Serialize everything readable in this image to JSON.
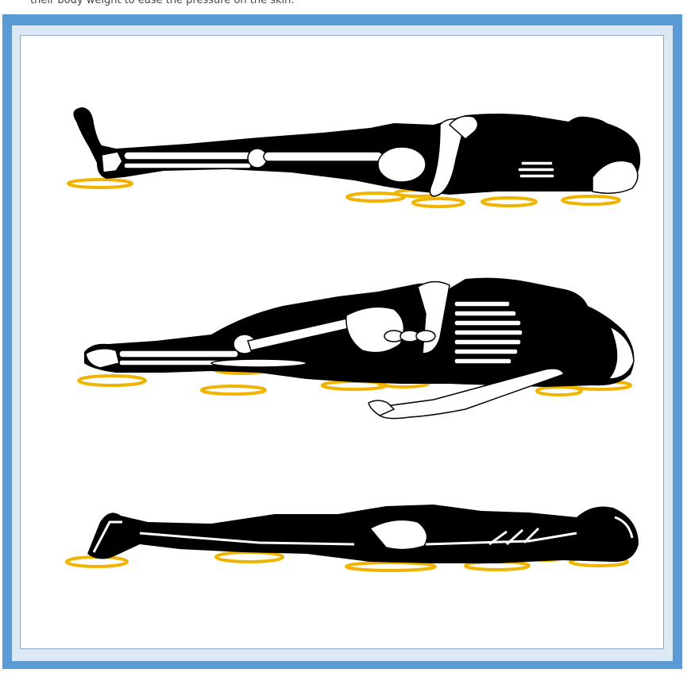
{
  "caption": "their body weight to ease the pressure on the skin.",
  "colors": {
    "frame": "#5b9bd5",
    "mat": "#dce9f5",
    "panel_background": "#ffffff",
    "body": "#000000",
    "bone": "#ffffff",
    "pressure_point": "#f0b400"
  },
  "figures": [
    {
      "position": "supine",
      "pressure_points": 6
    },
    {
      "position": "lateral",
      "pressure_points": 8
    },
    {
      "position": "prone",
      "pressure_points": 6
    }
  ]
}
